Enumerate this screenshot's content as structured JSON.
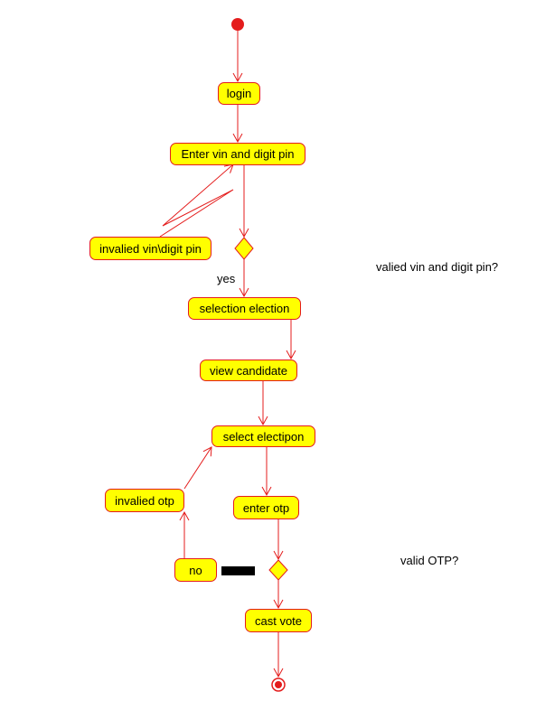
{
  "colors": {
    "line": "#e41c1c",
    "node_fill": "#ffff00",
    "node_border": "#e41c1c",
    "start": "#e41c1c",
    "text": "#000000"
  },
  "nodes": {
    "login": "login",
    "enter_vin": "Enter vin and digit pin",
    "invalid_vin": "invalied vin\\digit pin",
    "selection_election": "selection election",
    "view_candidate": "view candidate",
    "select_election": "select electipon",
    "enter_otp": "enter otp",
    "invalid_otp": "invalied otp",
    "no": "no",
    "cast_vote": "cast vote"
  },
  "labels": {
    "yes": "yes",
    "valid_vin_question": "valied vin and digit pin?",
    "valid_otp_question": "valid OTP?"
  }
}
